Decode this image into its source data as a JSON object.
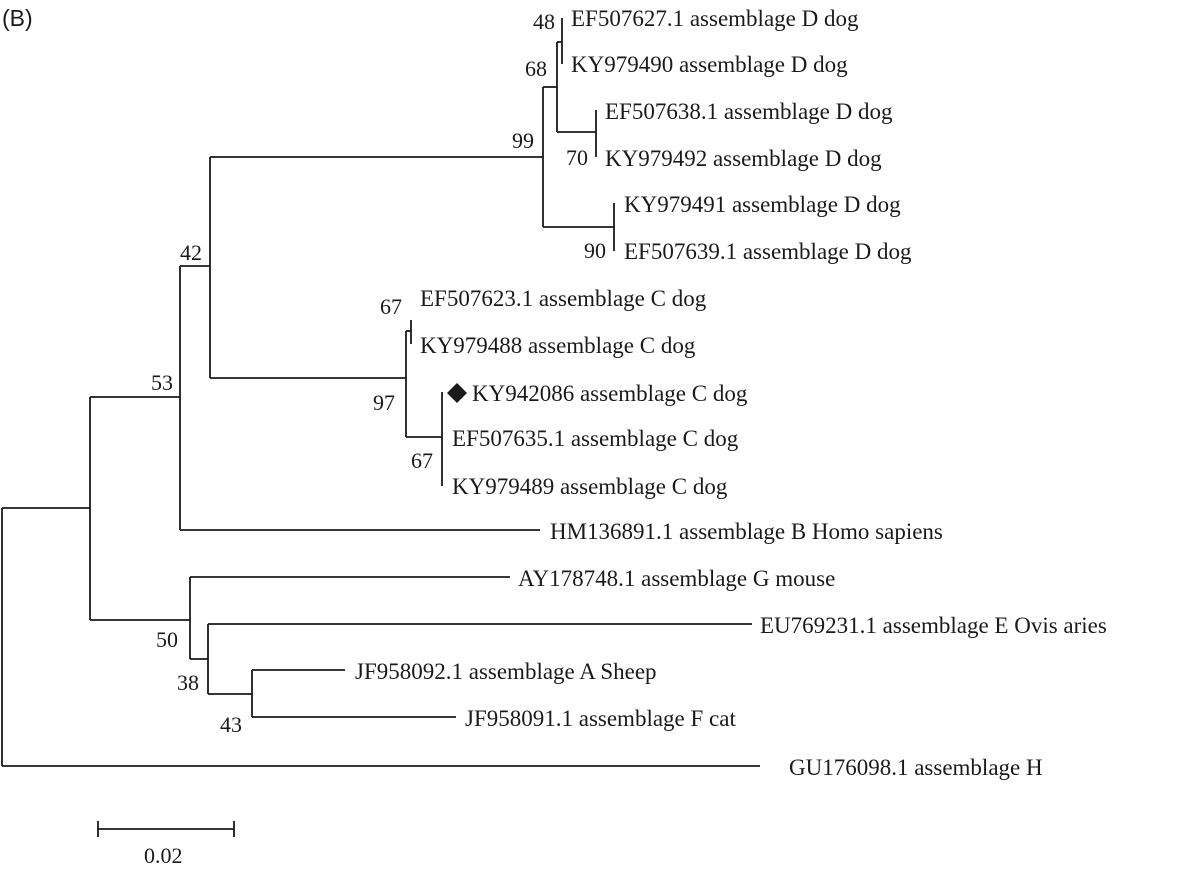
{
  "panel_label": "(B)",
  "scale_bar": {
    "label": "0.02"
  },
  "leaves": [
    {
      "label": "EF507627.1 assemblage D dog",
      "highlighted": false
    },
    {
      "label": "KY979490 assemblage D dog",
      "highlighted": false
    },
    {
      "label": "EF507638.1 assemblage D dog",
      "highlighted": false
    },
    {
      "label": "KY979492 assemblage D dog",
      "highlighted": false
    },
    {
      "label": "KY979491 assemblage D dog",
      "highlighted": false
    },
    {
      "label": "EF507639.1 assemblage D dog",
      "highlighted": false
    },
    {
      "label": "EF507623.1 assemblage C dog",
      "highlighted": false
    },
    {
      "label": "KY979488 assemblage C dog",
      "highlighted": false
    },
    {
      "label": "KY942086 assemblage C dog",
      "highlighted": true
    },
    {
      "label": "EF507635.1 assemblage C dog",
      "highlighted": false
    },
    {
      "label": "KY979489 assemblage C dog",
      "highlighted": false
    },
    {
      "label": "HM136891.1 assemblage B Homo sapiens",
      "highlighted": false
    },
    {
      "label": "AY178748.1 assemblage G mouse",
      "highlighted": false
    },
    {
      "label": "EU769231.1 assemblage E Ovis aries",
      "highlighted": false
    },
    {
      "label": "JF958092.1 assemblage A Sheep",
      "highlighted": false
    },
    {
      "label": "JF958091.1 assemblage F cat",
      "highlighted": false
    },
    {
      "label": "GU176098.1 assemblage H",
      "highlighted": false
    }
  ],
  "support_values": [
    "48",
    "68",
    "70",
    "90",
    "99",
    "67",
    "67",
    "97",
    "42",
    "53",
    "43",
    "38",
    "50"
  ],
  "marker_icon": "diamond-icon",
  "line_color": "#1a1a1a"
}
